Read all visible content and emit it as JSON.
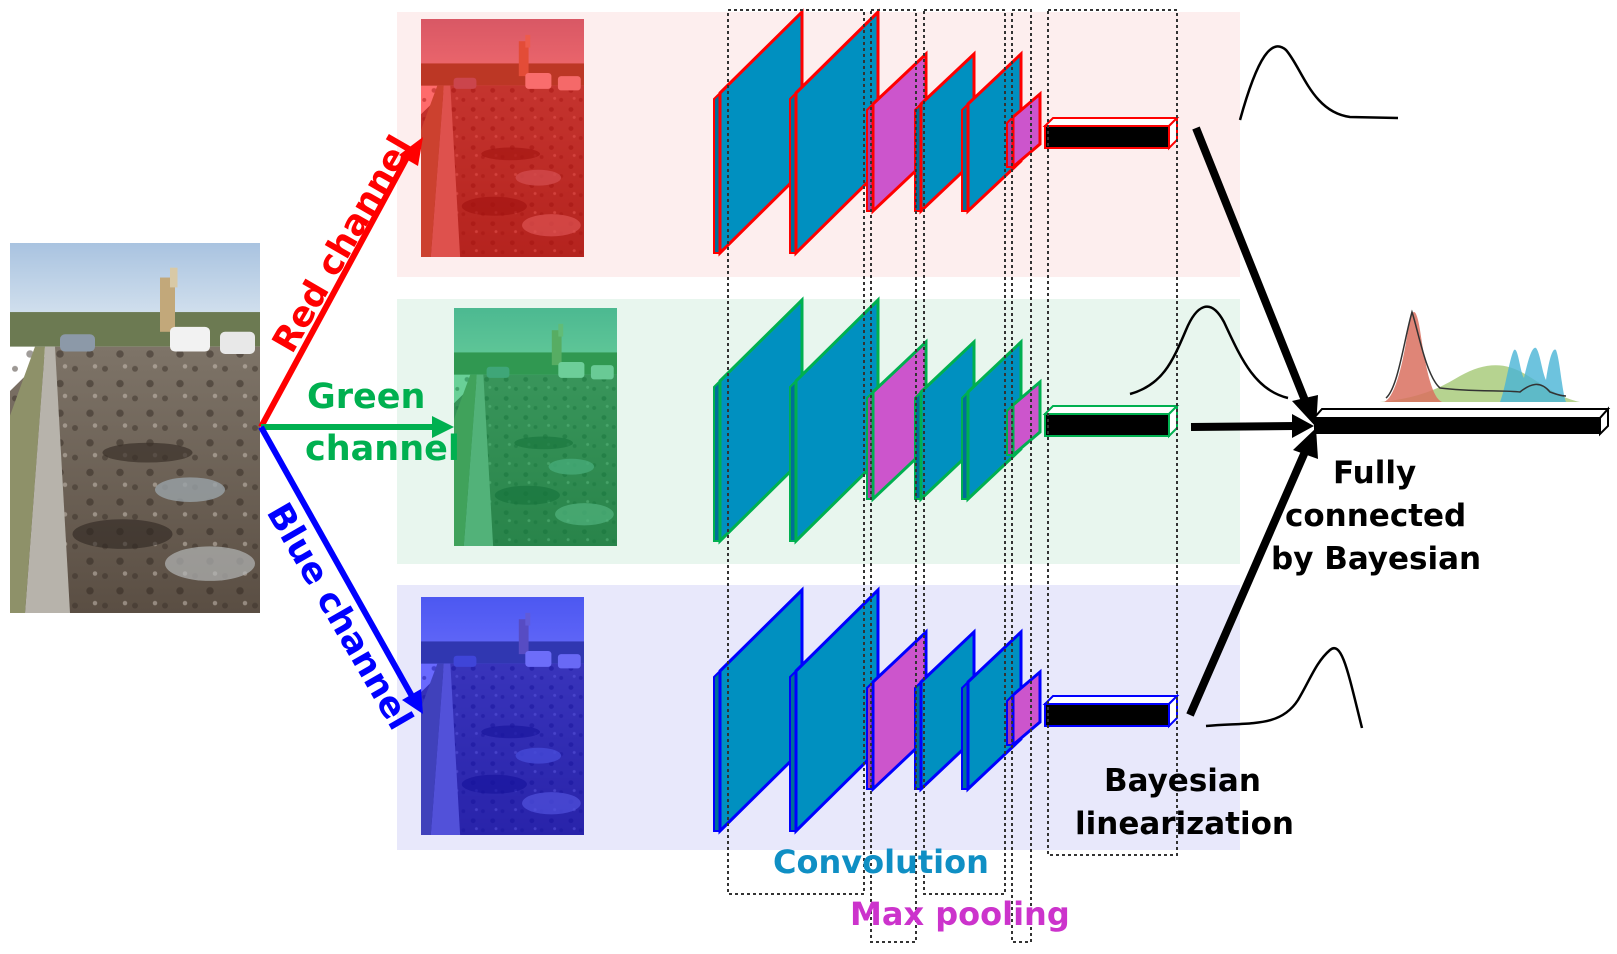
{
  "labels": {
    "red_channel": "Red channel",
    "green_channel_line1": "Green",
    "green_channel_line2": "channel",
    "blue_channel": "Blue channel",
    "convolution": "Convolution",
    "max_pooling": "Max pooling",
    "bayesian_linearization_line1": "Bayesian",
    "bayesian_linearization_line2": "linearization",
    "fully_connected_line1": "Fully",
    "fully_connected_line2": "connected",
    "fully_connected_line3": "by Bayesian"
  },
  "colors": {
    "red": "#ff0000",
    "green": "#00b050",
    "blue": "#0000ff",
    "conv_fill": "#0090c0",
    "conv_fill_dark": "#007aa8",
    "pool_fill": "#cc55cc",
    "band_red": "#fdeeee",
    "band_green": "#e8f6ee",
    "band_blue": "#e8e8fb",
    "conv_text": "#0f8fc4",
    "pool_text": "#cc33cc",
    "dist_red": "#d9705f",
    "dist_green": "#9dc46b",
    "dist_blue": "#48b4d6"
  },
  "icons": {
    "input_photo": "road-photo-icon",
    "channel_photos": "channel-photo-icon"
  }
}
